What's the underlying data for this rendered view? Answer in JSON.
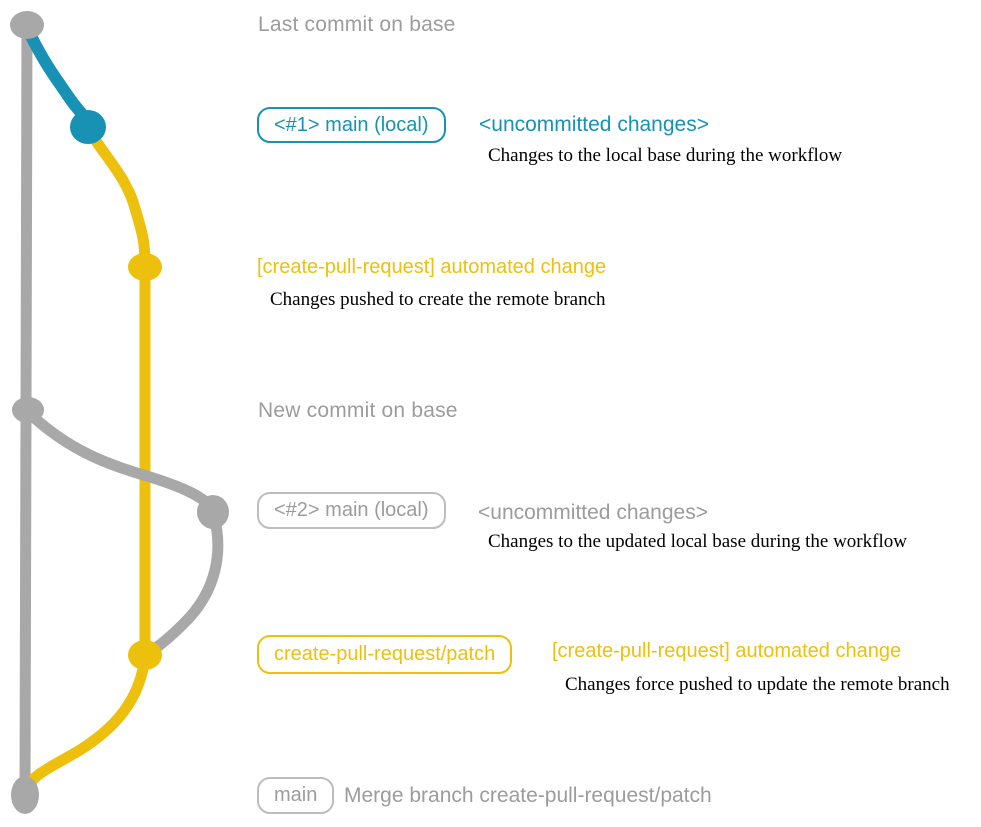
{
  "colors": {
    "teal": "#1792b4",
    "yellow": "#edc00e",
    "graph_gray": "#a8a8a8",
    "text_gray": "#9c9c9c",
    "badge_gray_border": "#bdbdbd",
    "description_black": "#000000"
  },
  "annotations": {
    "last_commit": {
      "label": "Last commit on base"
    },
    "row1": {
      "badge": "<#1> main (local)",
      "status": "<uncommitted changes>",
      "description": "Changes to the local base during the workflow"
    },
    "row2": {
      "headline": "[create-pull-request] automated change",
      "description": "Changes pushed to create the remote branch"
    },
    "new_commit": {
      "label": "New commit on base"
    },
    "row3": {
      "badge": "<#2> main (local)",
      "status": "<uncommitted changes>",
      "description": "Changes to the updated local base during the workflow"
    },
    "row4": {
      "badge": "create-pull-request/patch",
      "headline": "[create-pull-request] automated change",
      "description": "Changes force pushed to update the remote branch"
    },
    "row5": {
      "badge": "main",
      "message": "Merge branch create-pull-request/patch"
    }
  },
  "graph": {
    "branches": [
      {
        "id": "base",
        "color_key": "graph_gray"
      },
      {
        "id": "local-main",
        "color_key": "teal"
      },
      {
        "id": "create-pull-request-patch",
        "color_key": "yellow"
      }
    ],
    "commits": [
      {
        "id": "last-commit-on-base",
        "branch": "base"
      },
      {
        "id": "local-main-commit-1",
        "branch": "local-main"
      },
      {
        "id": "automated-change-commit-1",
        "branch": "create-pull-request-patch"
      },
      {
        "id": "new-commit-on-base",
        "branch": "base"
      },
      {
        "id": "local-main-commit-2",
        "branch": "base"
      },
      {
        "id": "automated-change-commit-2",
        "branch": "create-pull-request-patch"
      },
      {
        "id": "merge-commit",
        "branch": "base"
      }
    ]
  }
}
